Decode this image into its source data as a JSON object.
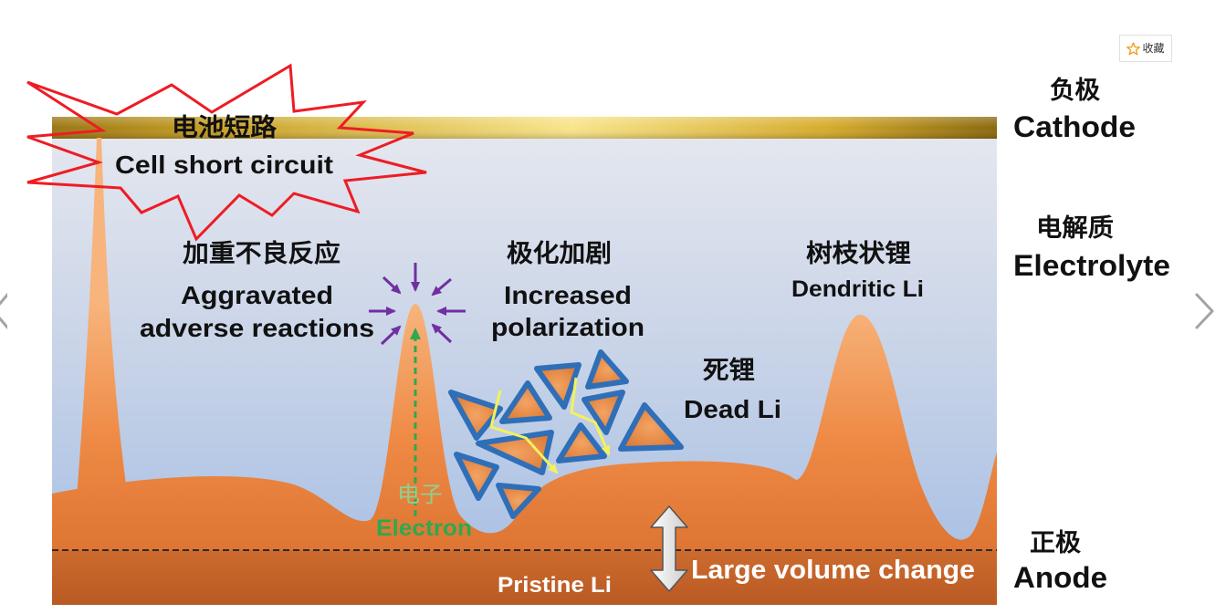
{
  "viewer": {
    "favorite": {
      "label": "收藏",
      "icon": "star-outline-icon"
    },
    "prev": {
      "icon": "chevron-left-icon"
    },
    "next": {
      "icon": "chevron-right-icon"
    }
  },
  "diagram": {
    "layers": {
      "cathode": {
        "zh": "负极",
        "en": "Cathode"
      },
      "electrolyte": {
        "zh": "电解质",
        "en": "Electrolyte"
      },
      "anode": {
        "zh": "正极",
        "en": "Anode"
      }
    },
    "callouts": {
      "short_circuit": {
        "zh": "电池短路",
        "en": "Cell short circuit"
      },
      "adverse_reactions": {
        "zh": "加重不良反应",
        "en": [
          "Aggravated",
          "adverse reactions"
        ]
      },
      "polarization": {
        "zh": "极化加剧",
        "en": [
          "Increased",
          "polarization"
        ]
      },
      "dead_li": {
        "zh": "死锂",
        "en": "Dead Li"
      },
      "dendritic_li": {
        "zh": "树枝状锂",
        "en": "Dendritic Li"
      },
      "electron": {
        "zh": "电子",
        "en": "Electron"
      },
      "pristine_li": "Pristine Li",
      "volume_change": "Large volume change"
    }
  },
  "colors": {
    "cathode_gold": "#f8e48a",
    "electrolyte_blue": "#a3bde3",
    "anode_orange": "#ee8a45",
    "short_circuit_red": "#ee1c24",
    "pressure_purple": "#7030a0",
    "electron_green": "#2fa84f",
    "electron_label_green": "#8fd08f",
    "dead_li_blue": "#2f6fb8",
    "electron_path_yellow": "#f2f25a",
    "favorite_star": "#f0a020"
  }
}
